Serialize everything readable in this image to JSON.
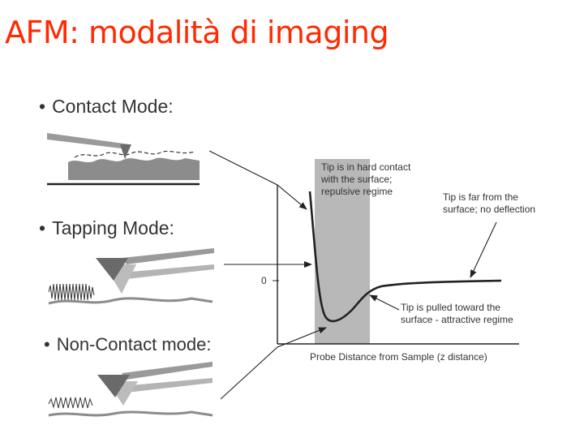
{
  "slide": {
    "title": "AFM: modalità di imaging",
    "title_color": "#ff2a00"
  },
  "modes": [
    {
      "bullet": "•",
      "label": "Contact Mode:"
    },
    {
      "bullet": "•",
      "label": "Tapping Mode:"
    },
    {
      "bullet": "•",
      "label": "Non-Contact mode:"
    }
  ],
  "graph": {
    "repulsive_note": [
      "Tip is in hard contact",
      "with the surface;",
      "repulsive regime"
    ],
    "far_note": [
      "Tip is far from the",
      "surface; no deflection"
    ],
    "attractive_note": [
      "Tip is pulled toward the",
      "surface - attractive regime"
    ],
    "zero_label": "0",
    "xlabel": "Probe Distance from Sample (z distance)"
  },
  "colors": {
    "ink": "#222222",
    "contact_band": "#b8b8b8",
    "cantilever": "#9a9a9a",
    "tip_dark": "#6a6a6a",
    "surface": "#8c8c8c"
  }
}
